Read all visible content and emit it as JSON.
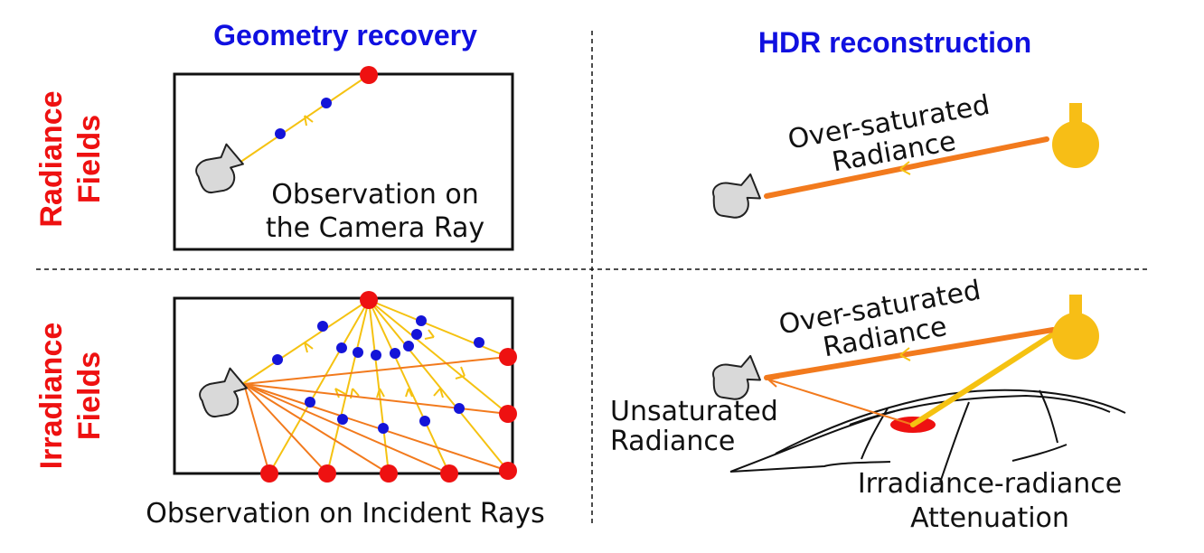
{
  "columns": {
    "geometry": "Geometry recovery",
    "hdr": "HDR reconstruction"
  },
  "rows": {
    "radiance": [
      "Radiance",
      "Fields"
    ],
    "irradiance": [
      "Irradiance",
      "Fields"
    ]
  },
  "labels": {
    "camera_ray": [
      "Observation on",
      "the Camera Ray"
    ],
    "incident_rays": "Observation on Incident Rays",
    "oversat_top": [
      "Over-saturated",
      "Radiance"
    ],
    "oversat_bottom": [
      "Over-saturated",
      "Radiance"
    ],
    "unsaturated": [
      "Unsaturated",
      "Radiance"
    ],
    "attenuation": [
      "Irradiance-radiance",
      "Attenuation"
    ]
  },
  "colors": {
    "title": "#1010e0",
    "row_label": "#ee1111",
    "ray_yellow": "#f5c211",
    "ray_orange": "#f27a1d",
    "sample_point": "#1414d8",
    "light_point": "#ee1111",
    "camera": "#d9d9d9",
    "lamp": "#f7be16"
  },
  "icons": {
    "camera": "camera-icon",
    "lamp": "light-bulb-icon"
  }
}
